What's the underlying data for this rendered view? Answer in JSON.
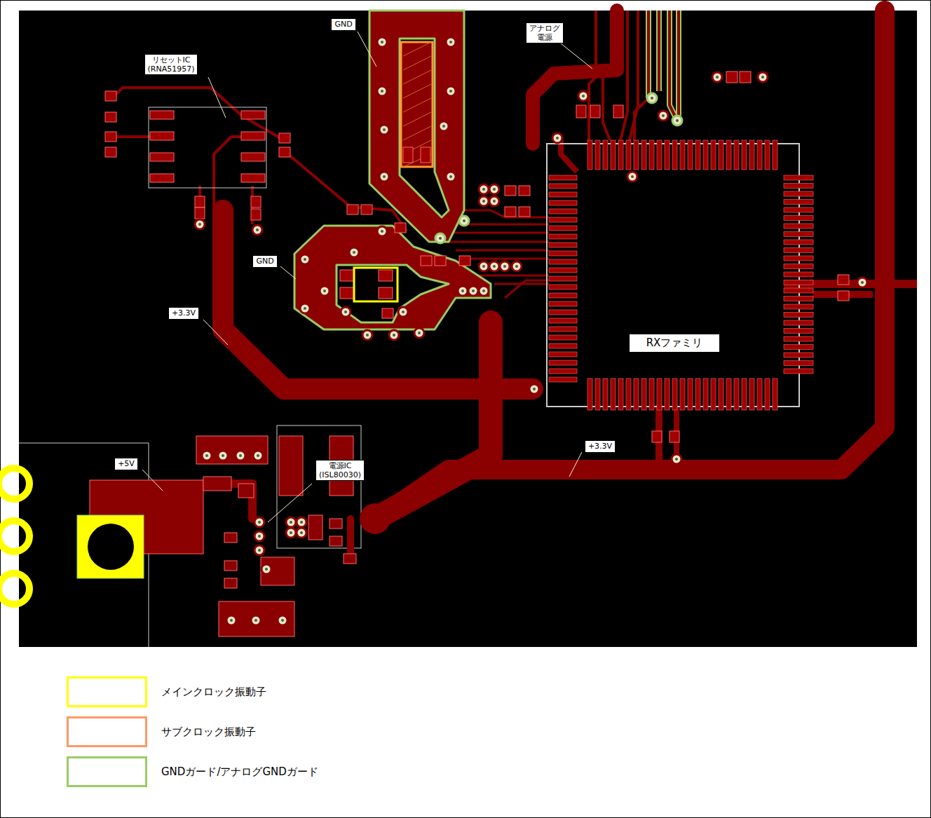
{
  "diagram": {
    "nodes": [
      {
        "text": [
          "GND"
        ]
      },
      {
        "text": [
          "アナログ 電源"
        ]
      },
      {
        "text": [
          "リセットIC (RNA51957)"
        ]
      },
      {
        "text": [
          "GND"
        ]
      },
      {
        "text": [
          "+3.3V"
        ]
      },
      {
        "text": [
          "RXファミリ"
        ]
      },
      {
        "text": [
          "+3.3V"
        ]
      },
      {
        "text": [
          "+5V"
        ]
      },
      {
        "text": [
          "電源IC (ISL80030)"
        ]
      }
    ],
    "legend": [
      {
        "text": "メインクロック振動子"
      },
      {
        "text": "サブクロック振動子"
      },
      {
        "text": "GNDガード/アナログGNDガード"
      }
    ]
  }
}
